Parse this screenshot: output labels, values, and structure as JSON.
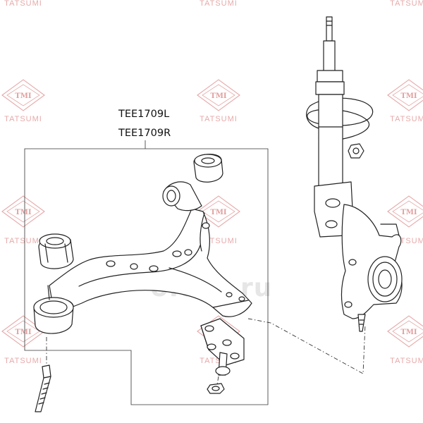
{
  "watermark": {
    "brand": "TATSUMI",
    "logo": "TMI",
    "color": "#e7a9a9"
  },
  "part_numbers": {
    "left": "TEE1709L",
    "right": "TEE1709R"
  },
  "center_logo": "ofapt.ru"
}
